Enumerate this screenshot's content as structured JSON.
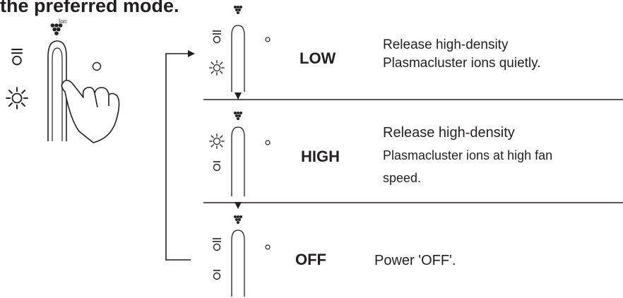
{
  "heading": "the preferred mode.",
  "illustration": {
    "ion_label": "Ion",
    "icons": [
      "ion-cluster-icon",
      "lamp-off-icon",
      "lamp-on-icon",
      "hand-press-icon",
      "indicator-dot-icon"
    ]
  },
  "modes": [
    {
      "label": "LOW",
      "description": [
        "Release high-density",
        "Plasmacluster ions quietly."
      ]
    },
    {
      "label": "HIGH",
      "description": [
        "Release high-density",
        "Plasmacluster ions at high fan",
        "speed."
      ]
    },
    {
      "label": "OFF",
      "description": [
        "Power 'OFF'."
      ]
    }
  ],
  "colors": {
    "line": "#231f20",
    "background": "#ffffff"
  }
}
